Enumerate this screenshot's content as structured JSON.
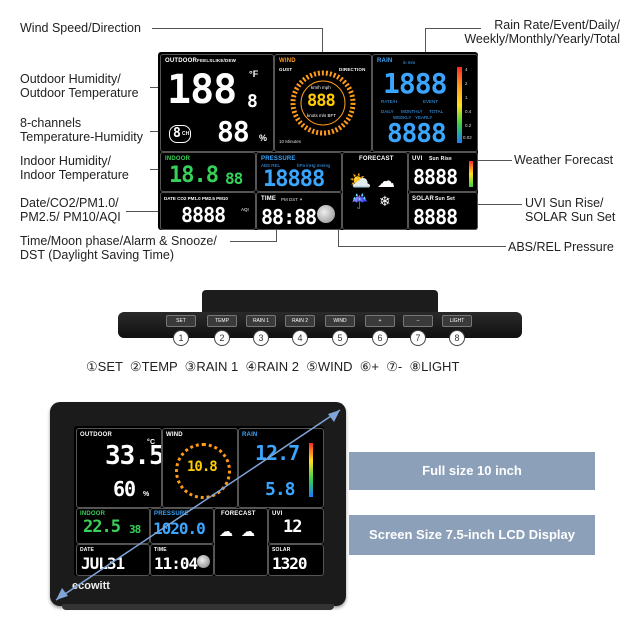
{
  "callouts": {
    "wind_speed_direction": "Wind Speed/Direction",
    "rain_line1": "Rain Rate/Event/Daily/",
    "rain_line2": "Weekly/Monthly/Yearly/Total",
    "outdoor_line1": "Outdoor Humidity/",
    "outdoor_line2": "Outdoor Temperature",
    "channels_line1": "8-channels",
    "channels_line2": "Temperature-Humidity",
    "indoor_line1": "Indoor Humidity/",
    "indoor_line2": "Indoor Temperature",
    "weather_forecast": "Weather Forecast",
    "date_line1": "Date/CO2/PM1.0/",
    "date_line2": "PM2.5/ PM10/AQI",
    "uvi_line1": "UVI Sun Rise/",
    "uvi_line2": "SOLAR Sun Set",
    "time_line1": "Time/Moon phase/Alarm & Snooze/",
    "time_line2": "DST (Daylight Saving Time)",
    "abs_rel": "ABS/REL Pressure"
  },
  "lcd": {
    "outdoor_label": "OUTDOOR",
    "feels_label": "FEELSLIKE/DEW",
    "outdoor_temp": "188",
    "outdoor_temp_dec": "8",
    "temp_unit": "°F",
    "outdoor_hum": "88",
    "hum_unit": "%",
    "channel_digit": "8",
    "channel_ch": "CH",
    "wind_label": "WIND",
    "gust_label": "GUST",
    "direction_label": "DIRECTION",
    "wind_units_top": "km/h mph",
    "wind_value": "888",
    "wind_units_bottom": "knots m/s BFT",
    "wind_minutes": "10 Minutes",
    "rain_label": "RAIN",
    "rain_units": "in mm",
    "rain_value": "1888",
    "rain_rate_label": "RATE/H",
    "rain_event_label": "EVENT",
    "rain_daily_label": "DAILY",
    "rain_monthly_label": "MONTHLY",
    "rain_total_label": "TOTAL",
    "rain_weekly_label": "WEEKLY",
    "rain_yearly_label": "YEARLY",
    "rain_value2": "8888",
    "rain_scale": [
      "4",
      "2",
      "1",
      "0.4",
      "0.2",
      "0.02"
    ],
    "indoor_label": "INDOOR",
    "indoor_temp": "18.8",
    "indoor_hum": "88",
    "pressure_label": "PRESSURE",
    "pressure_sub": "ABS REL",
    "pressure_units": "hPa inHg mmHg",
    "pressure_value": "18888",
    "forecast_label": "FORECAST",
    "uvi_label": "UVI",
    "sunrise_label": "Sun Rise",
    "uvi_value": "8888",
    "date_label": "DATE CO2 PM1.0 PM2.5 PM10",
    "date_value": "8888",
    "aqi_label": "AQI",
    "time_label": "TIME",
    "time_flags": "PM DST ✶",
    "time_value": "88:88",
    "solar_label": "SOLAR",
    "sunset_label": "Sun Set",
    "solar_value": "8888"
  },
  "base_buttons": [
    "SET",
    "TEMP",
    "RAIN 1",
    "RAIN 2",
    "WIND",
    "+",
    "–",
    "LIGHT"
  ],
  "base_numbers": [
    "1",
    "2",
    "3",
    "4",
    "5",
    "6",
    "7",
    "8"
  ],
  "legend": "①SET  ②TEMP  ③RAIN 1  ④RAIN 2  ⑤WIND  ⑥+  ⑦-  ⑧LIGHT",
  "device": {
    "outdoor_label": "OUTDOOR",
    "outdoor_temp": "33.5",
    "temp_unit": "°C",
    "outdoor_hum": "60",
    "hum_unit": "%",
    "wind_label": "WIND",
    "wind_value": "10.8",
    "rain_label": "RAIN",
    "rain_value": "12.7",
    "rain_value2": "5.8",
    "indoor_label": "INDOOR",
    "indoor_temp": "22.5",
    "indoor_hum": "38",
    "pressure_label": "PRESSURE",
    "pressure_value": "1020.0",
    "forecast_label": "FORECAST",
    "uvi_label": "UVI",
    "uvi_value": "12",
    "date_label": "DATE",
    "date_value": "JUL31",
    "time_label": "TIME",
    "time_value": "11:04",
    "solar_label": "SOLAR",
    "solar_value": "1320",
    "brand": "ecowitt"
  },
  "banners": {
    "full_size": "Full size 10 inch",
    "screen_size": "Screen Size 7.5-inch LCD Display"
  },
  "colors": {
    "green": "#37d15a",
    "blue": "#3aa6ff",
    "orange": "#ff9a1a",
    "banner": "#8da0ba"
  }
}
